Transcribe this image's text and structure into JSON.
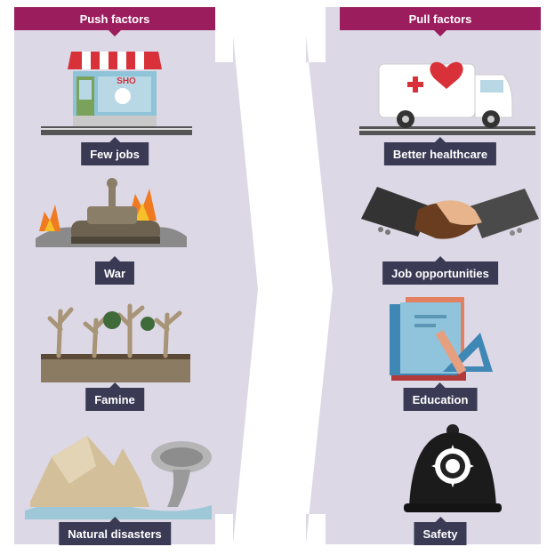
{
  "push": {
    "title": "Push factors",
    "items": [
      {
        "label": "Few jobs",
        "icon": "shop-icon",
        "sign": "SHO"
      },
      {
        "label": "War",
        "icon": "tank-icon"
      },
      {
        "label": "Famine",
        "icon": "dead-trees-icon"
      },
      {
        "label": "Natural disasters",
        "icon": "disaster-icon"
      }
    ]
  },
  "pull": {
    "title": "Pull factors",
    "items": [
      {
        "label": "Better healthcare",
        "icon": "ambulance-icon"
      },
      {
        "label": "Job opportunities",
        "icon": "handshake-icon"
      },
      {
        "label": "Education",
        "icon": "books-icon"
      },
      {
        "label": "Safety",
        "icon": "police-helmet-icon"
      }
    ]
  },
  "colors": {
    "panel": "#dcd8e6",
    "header": "#9b1d5e",
    "label": "#3a3a55"
  }
}
